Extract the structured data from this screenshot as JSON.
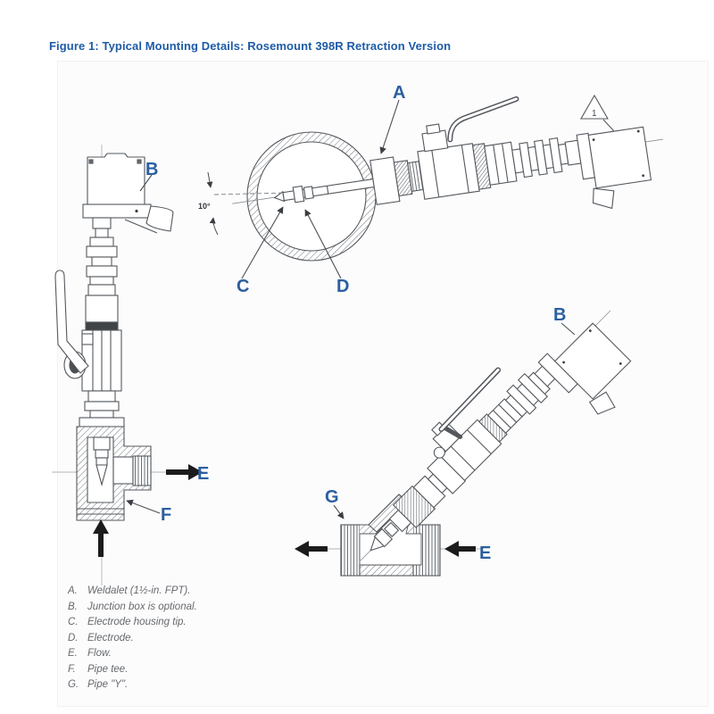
{
  "page": {
    "title": "Figure 1: Typical Mounting Details: Rosemount 398R Retraction Version"
  },
  "colors": {
    "title_blue": "#1d5ba7",
    "label_blue": "#2b5f9f",
    "drawing_line": "#54585d",
    "flow_arrow": "#1b1b1b",
    "legend_text": "#66696c"
  },
  "diagram_labels": {
    "weldalet": "A",
    "junction_box": "B",
    "electrode_housing_tip": "C",
    "electrode": "D",
    "flow": "E",
    "pipe_tee": "F",
    "pipe_y": "G",
    "insertion_angle": "10°",
    "warning_note": "1"
  },
  "legend": {
    "items": [
      {
        "letter": "A.",
        "text": "Weldalet (1½-in. FPT)."
      },
      {
        "letter": "B.",
        "text": "Junction box is optional."
      },
      {
        "letter": "C.",
        "text": "Electrode housing tip."
      },
      {
        "letter": "D.",
        "text": "Electrode."
      },
      {
        "letter": "E.",
        "text": "Flow."
      },
      {
        "letter": "F.",
        "text": "Pipe tee."
      },
      {
        "letter": "G.",
        "text": "Pipe \"Y\"."
      }
    ]
  }
}
